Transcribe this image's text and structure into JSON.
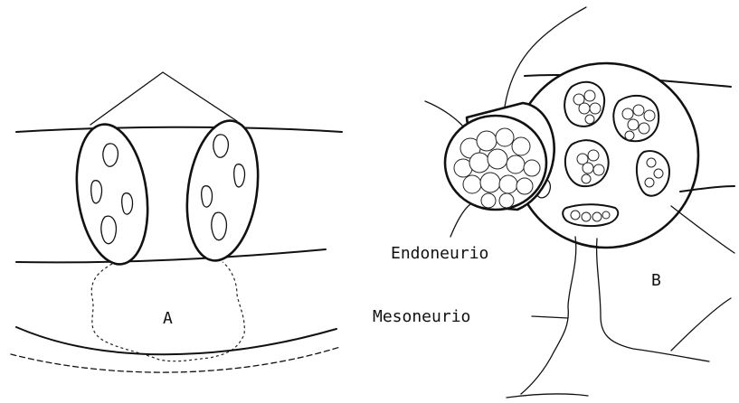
{
  "figure": {
    "panel_a": {
      "label": "A"
    },
    "panel_b": {
      "label": "B"
    },
    "callouts": {
      "endoneurio": "Endoneurio",
      "mesoneurio": "Mesoneurio"
    }
  },
  "colors": {
    "ink": "#111111",
    "background": "#ffffff"
  }
}
